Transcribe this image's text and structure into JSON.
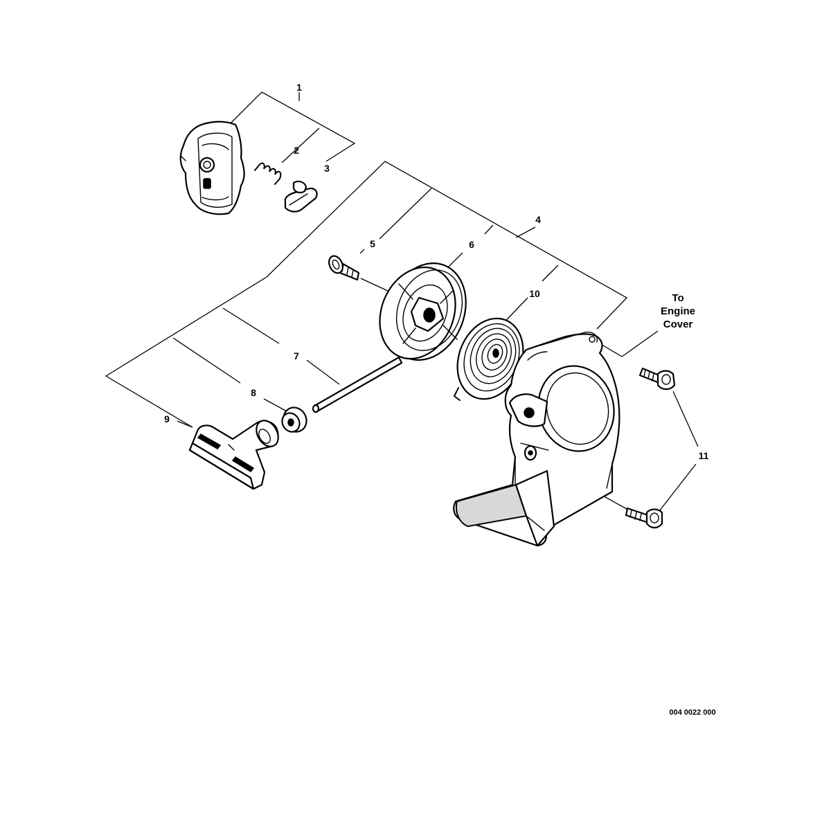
{
  "callouts": {
    "c1": "1",
    "c2": "2",
    "c3": "3",
    "c4": "4",
    "c5": "5",
    "c6": "6",
    "c7": "7",
    "c8": "8",
    "c9": "9",
    "c10": "10",
    "c11": "11"
  },
  "note": {
    "line1": "To",
    "line2": "Engine",
    "line3": "Cover"
  },
  "drawing_code": "004 0022 000"
}
